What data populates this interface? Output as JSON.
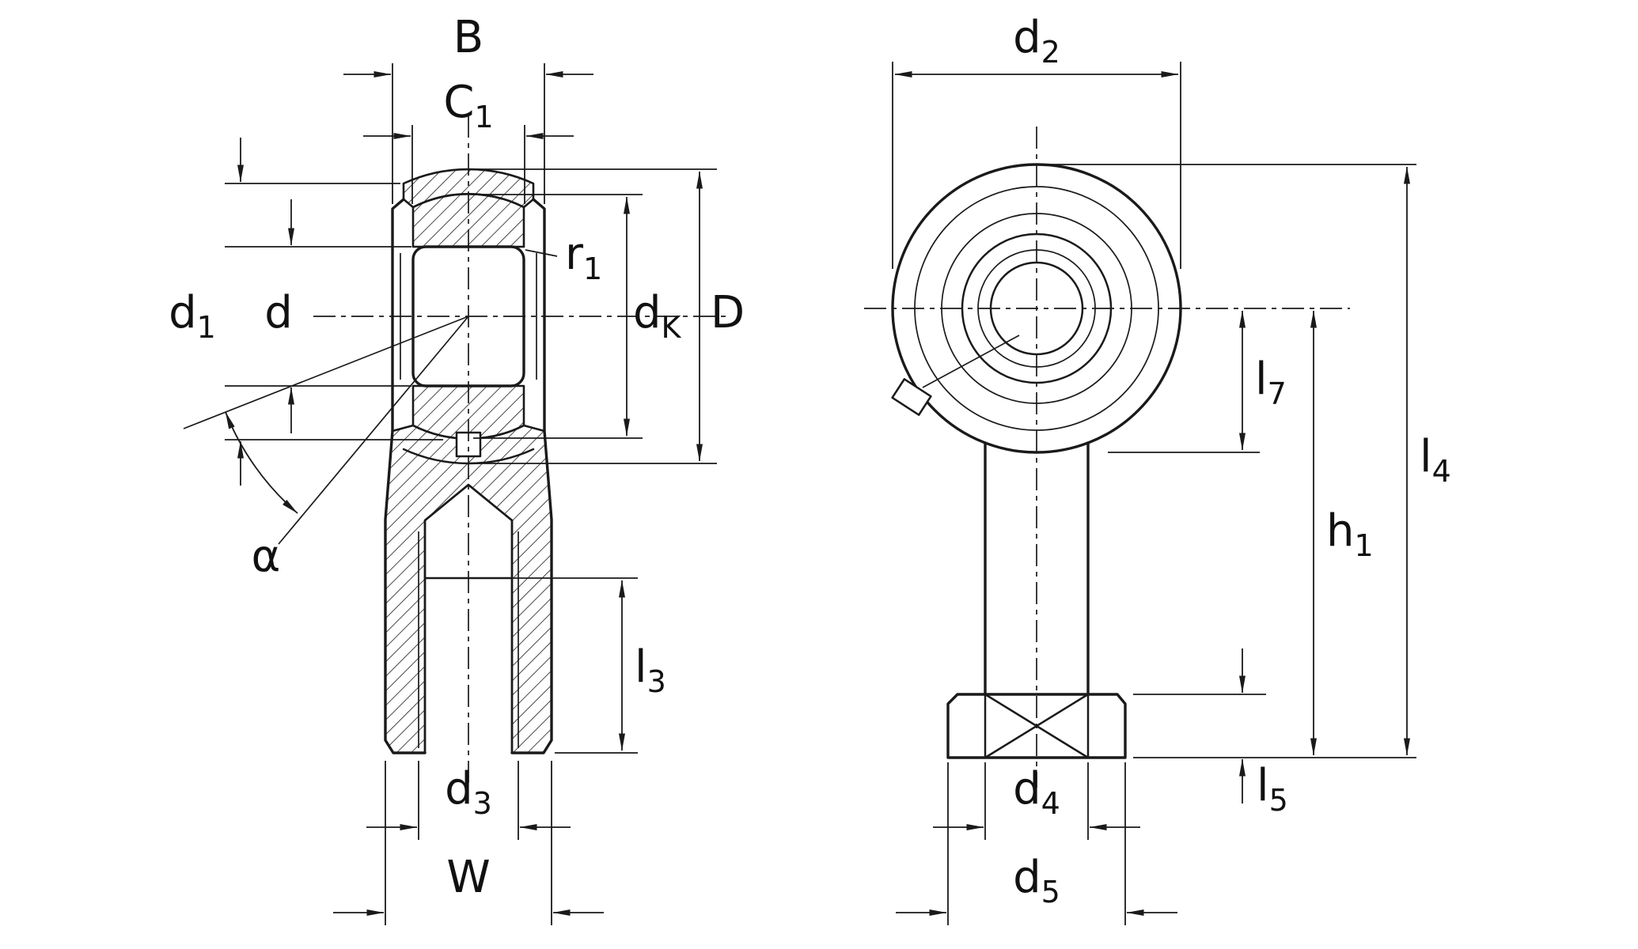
{
  "drawing": {
    "type": "technical-dimension-drawing",
    "subject": "rod end bearing, two orthographic section views"
  },
  "labels": {
    "B": {
      "main": "B",
      "sub": ""
    },
    "C1": {
      "main": "C",
      "sub": "1"
    },
    "d1": {
      "main": "d",
      "sub": "1"
    },
    "d": {
      "main": "d",
      "sub": ""
    },
    "r1": {
      "main": "r",
      "sub": "1"
    },
    "dK": {
      "main": "d",
      "sub": "K"
    },
    "D": {
      "main": "D",
      "sub": ""
    },
    "alpha": {
      "main": "α",
      "sub": ""
    },
    "l3": {
      "main": "l",
      "sub": "3"
    },
    "d3": {
      "main": "d",
      "sub": "3"
    },
    "W": {
      "main": "W",
      "sub": ""
    },
    "d2": {
      "main": "d",
      "sub": "2"
    },
    "l7": {
      "main": "l",
      "sub": "7"
    },
    "h1": {
      "main": "h",
      "sub": "1"
    },
    "l4": {
      "main": "l",
      "sub": "4"
    },
    "l5": {
      "main": "l",
      "sub": "5"
    },
    "d4": {
      "main": "d",
      "sub": "4"
    },
    "d5": {
      "main": "d",
      "sub": "5"
    }
  }
}
